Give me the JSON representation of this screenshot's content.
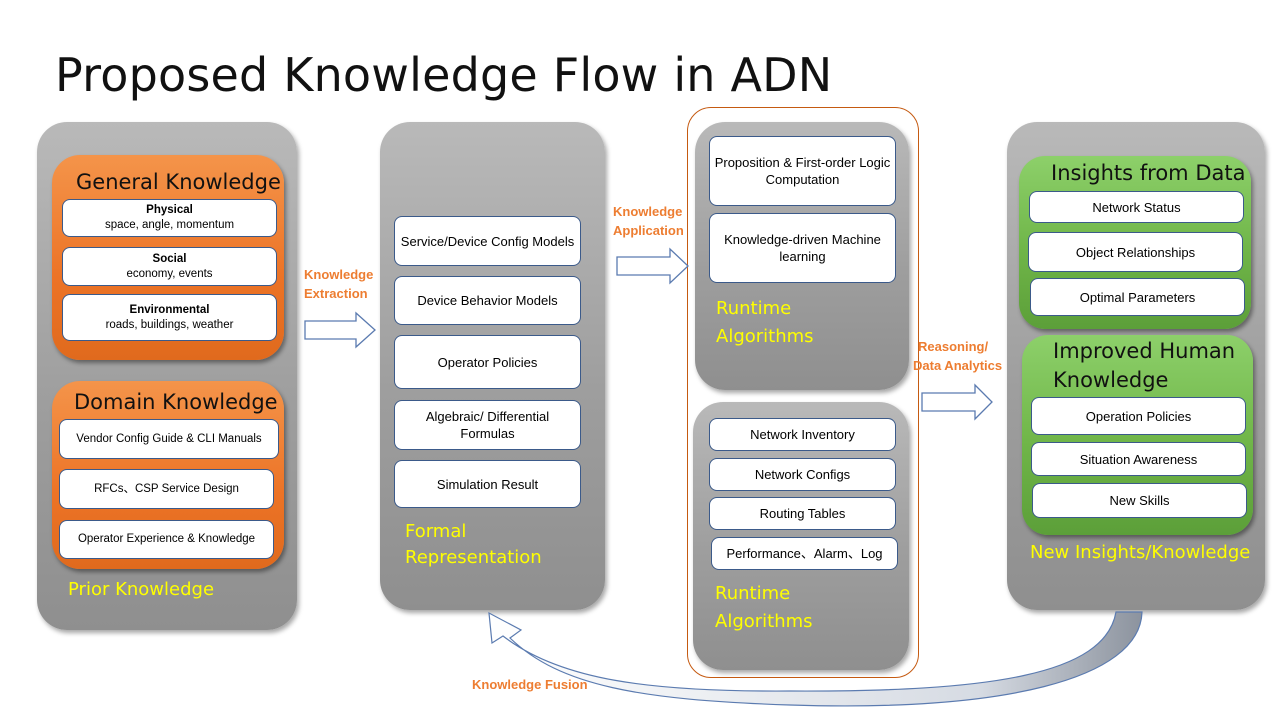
{
  "title": "Proposed Knowledge Flow in ADN",
  "prior": {
    "caption": "Prior Knowledge",
    "general": {
      "heading": "General Knowledge",
      "items": [
        {
          "title": "Physical",
          "detail": "space, angle, momentum"
        },
        {
          "title": "Social",
          "detail": "economy, events"
        },
        {
          "title": "Environmental",
          "detail": "roads, buildings, weather"
        }
      ]
    },
    "domain": {
      "heading": "Domain Knowledge",
      "items": [
        "Vendor Config Guide & CLI Manuals",
        "RFCs、CSP Service Design",
        "Operator Experience & Knowledge"
      ]
    }
  },
  "formal": {
    "caption_line1": "Formal",
    "caption_line2": "Representation",
    "items": [
      "Service/Device Config Models",
      "Device Behavior Models",
      "Operator Policies",
      "Algebraic/ Differential Formulas",
      "Simulation Result"
    ]
  },
  "runtime_top": {
    "items": [
      "Proposition & First-order Logic Computation",
      "Knowledge-driven Machine learning"
    ],
    "caption_line1": "Runtime",
    "caption_line2": "Algorithms"
  },
  "runtime_bottom": {
    "items": [
      "Network Inventory",
      "Network Configs",
      "Routing Tables",
      "Performance、Alarm、Log"
    ],
    "caption_line1": "Runtime",
    "caption_line2": "Algorithms"
  },
  "insights": {
    "heading": "Insights from Data",
    "items": [
      "Network Status",
      "Object Relationships",
      "Optimal Parameters"
    ]
  },
  "improved": {
    "heading_line1": "Improved Human",
    "heading_line2": "Knowledge",
    "items": [
      "Operation Policies",
      "Situation Awareness",
      "New Skills"
    ]
  },
  "new_caption": "New Insights/Knowledge",
  "arrows": {
    "extraction_line1": "Knowledge",
    "extraction_line2": "Extraction",
    "application_line1": "Knowledge",
    "application_line2": "Application",
    "reasoning_line1": "Reasoning/",
    "reasoning_line2": "Data Analytics",
    "fusion": "Knowledge Fusion"
  },
  "colors": {
    "orange": "#ed7d31",
    "green": "#70ad47",
    "caption_yellow": "#ffff00",
    "card_border": "#3b5a8a"
  }
}
